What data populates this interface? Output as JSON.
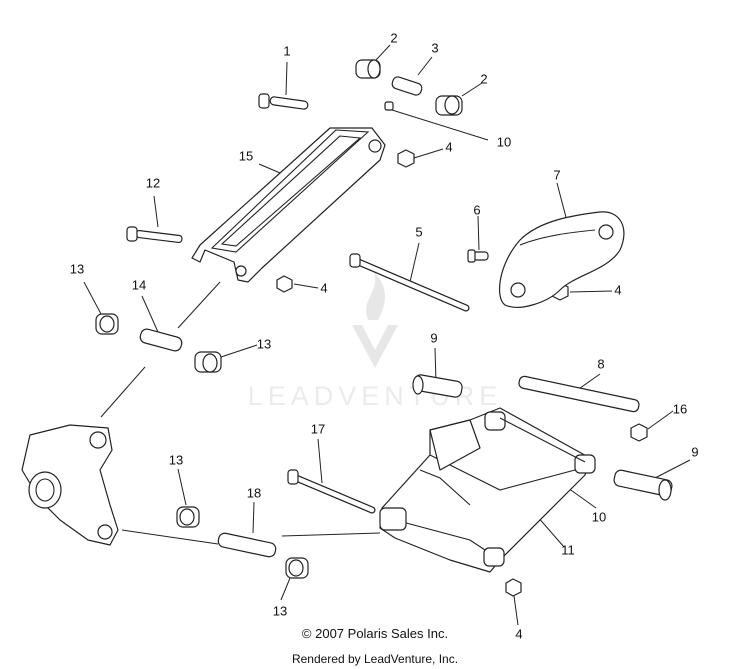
{
  "diagram": {
    "callouts": [
      "1",
      "2",
      "3",
      "2",
      "10",
      "4",
      "15",
      "7",
      "12",
      "6",
      "5",
      "13",
      "14",
      "4",
      "4",
      "13",
      "9",
      "8",
      "16",
      "17",
      "13",
      "18",
      "10",
      "9",
      "11",
      "13",
      "4"
    ]
  },
  "watermark": {
    "text": "LEADVENTURE"
  },
  "footer": {
    "copyright": "© 2007 Polaris Sales Inc.",
    "rendered_by": "Rendered by LeadVenture, Inc."
  }
}
